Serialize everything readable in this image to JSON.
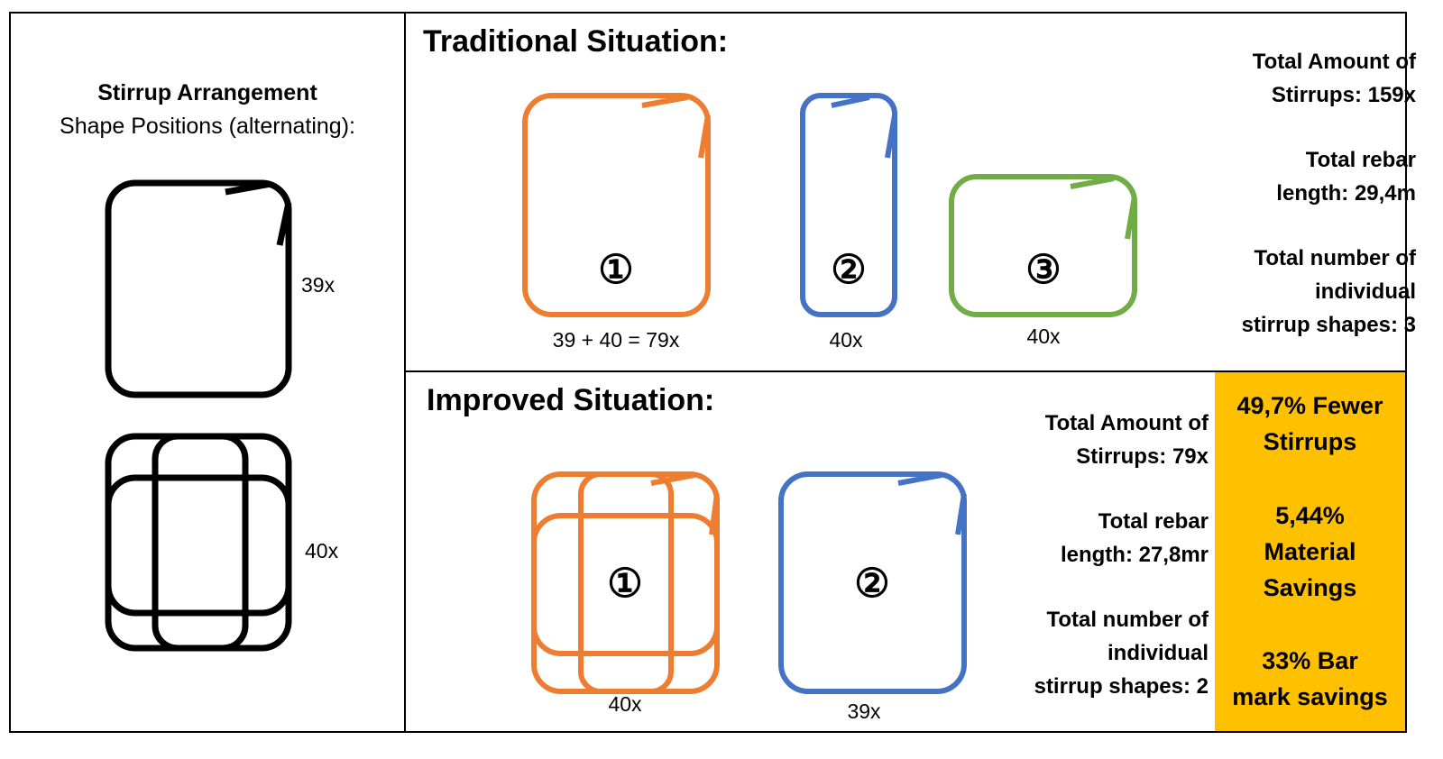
{
  "colors": {
    "orange": "#ed7d31",
    "blue": "#4472c4",
    "green": "#70ad47",
    "black": "#000000",
    "highlight": "#ffc000"
  },
  "left_panel": {
    "title": "Stirrup Arrangement",
    "subtitle": "Shape Positions (alternating):",
    "shape1_count": "39x",
    "shape2_count": "40x"
  },
  "traditional": {
    "heading": "Traditional Situation:",
    "shapes": [
      {
        "number": "①",
        "count": "39 + 40 = 79x",
        "color": "orange"
      },
      {
        "number": "②",
        "count": "40x",
        "color": "blue"
      },
      {
        "number": "③",
        "count": "40x",
        "color": "green"
      }
    ],
    "stats": {
      "amount_line1": "Total Amount of",
      "amount_line2": "Stirrups: 159x",
      "length_line1": "Total rebar",
      "length_line2": "length: 29,4m",
      "shapes_line1": "Total number of",
      "shapes_line2": "individual",
      "shapes_line3": "stirrup shapes: 3"
    }
  },
  "improved": {
    "heading": "Improved Situation:",
    "shapes": [
      {
        "number": "①",
        "count": "40x",
        "color": "orange"
      },
      {
        "number": "②",
        "count": "39x",
        "color": "blue"
      }
    ],
    "stats": {
      "amount_line1": "Total Amount of",
      "amount_line2": "Stirrups: 79x",
      "length_line1": "Total rebar",
      "length_line2": "length: 27,8mr",
      "shapes_line1": "Total number of",
      "shapes_line2": "individual",
      "shapes_line3": "stirrup shapes: 2"
    }
  },
  "savings": {
    "fewer_line1": "49,7% Fewer",
    "fewer_line2": "Stirrups",
    "material_line1": "5,44%",
    "material_line2": "Material",
    "material_line3": "Savings",
    "barmark_line1": "33% Bar",
    "barmark_line2": "mark savings"
  }
}
